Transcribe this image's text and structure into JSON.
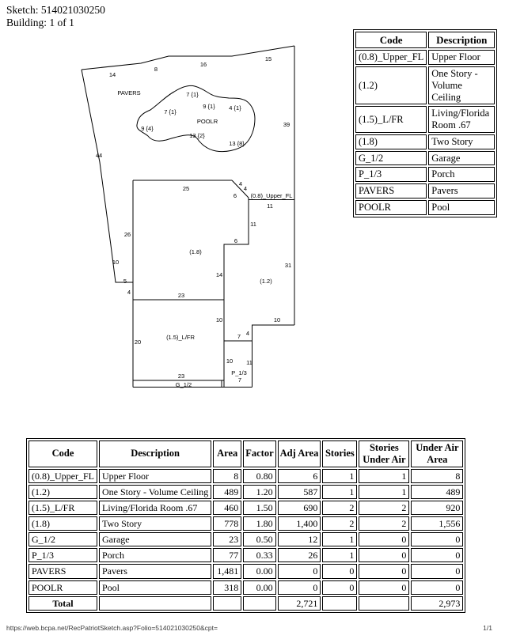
{
  "header": {
    "sketch_label": "Sketch: 514021030250",
    "building_label": "Building: 1 of 1"
  },
  "code_table": {
    "headers": [
      "Code",
      "Description"
    ],
    "rows": [
      [
        "(0.8)_Upper_FL",
        "Upper Floor"
      ],
      [
        "(1.2)",
        "One Story - Volume Ceiling"
      ],
      [
        "(1.5)_L/FR",
        "Living/Florida Room .67"
      ],
      [
        "(1.8)",
        "Two Story"
      ],
      [
        "G_1/2",
        "Garage"
      ],
      [
        "P_1/3",
        "Porch"
      ],
      [
        "PAVERS",
        "Pavers"
      ],
      [
        "POOLR",
        "Pool"
      ]
    ]
  },
  "area_table": {
    "headers": [
      "Code",
      "Description",
      "Area",
      "Factor",
      "Adj Area",
      "Stories",
      "Stories Under Air",
      "Under Air Area"
    ],
    "rows": [
      [
        "(0.8)_Upper_FL",
        "Upper Floor",
        "8",
        "0.80",
        "6",
        "1",
        "1",
        "8"
      ],
      [
        "(1.2)",
        "One Story - Volume Ceiling",
        "489",
        "1.20",
        "587",
        "1",
        "1",
        "489"
      ],
      [
        "(1.5)_L/FR",
        "Living/Florida Room .67",
        "460",
        "1.50",
        "690",
        "2",
        "2",
        "920"
      ],
      [
        "(1.8)",
        "Two Story",
        "778",
        "1.80",
        "1,400",
        "2",
        "2",
        "1,556"
      ],
      [
        "G_1/2",
        "Garage",
        "23",
        "0.50",
        "12",
        "1",
        "0",
        "0"
      ],
      [
        "P_1/3",
        "Porch",
        "77",
        "0.33",
        "26",
        "1",
        "0",
        "0"
      ],
      [
        "PAVERS",
        "Pavers",
        "1,481",
        "0.00",
        "0",
        "0",
        "0",
        "0"
      ],
      [
        "POOLR",
        "Pool",
        "318",
        "0.00",
        "0",
        "0",
        "0",
        "0"
      ]
    ],
    "total": {
      "label": "Total",
      "adj_area": "2,721",
      "under_air_area": "2,973"
    }
  },
  "sketch": {
    "labels": [
      "14",
      "8",
      "16",
      "15",
      "39",
      "44",
      "10",
      "5",
      "4",
      "PAVERS",
      "7 {1}",
      "9 {1}",
      "4 {1}",
      "7 {1}",
      "POOLR",
      "9 {4}",
      "13 {2}",
      "13 {8}",
      "25",
      "4",
      "4",
      "6",
      "(0.8)_Upper_FL",
      "11",
      "11",
      "6",
      "26",
      "(1.8)",
      "14",
      "31",
      "(1.2)",
      "23",
      "10",
      "10",
      "4",
      "7",
      "20",
      "(1.5)_L/FR",
      "10",
      "11",
      "P_1/3",
      "7",
      "23",
      "G_1/2"
    ]
  },
  "footer": {
    "url": "https://web.bcpa.net/RecPatriotSketch.asp?Folio=514021030250&cpt=",
    "page": "1/1"
  }
}
